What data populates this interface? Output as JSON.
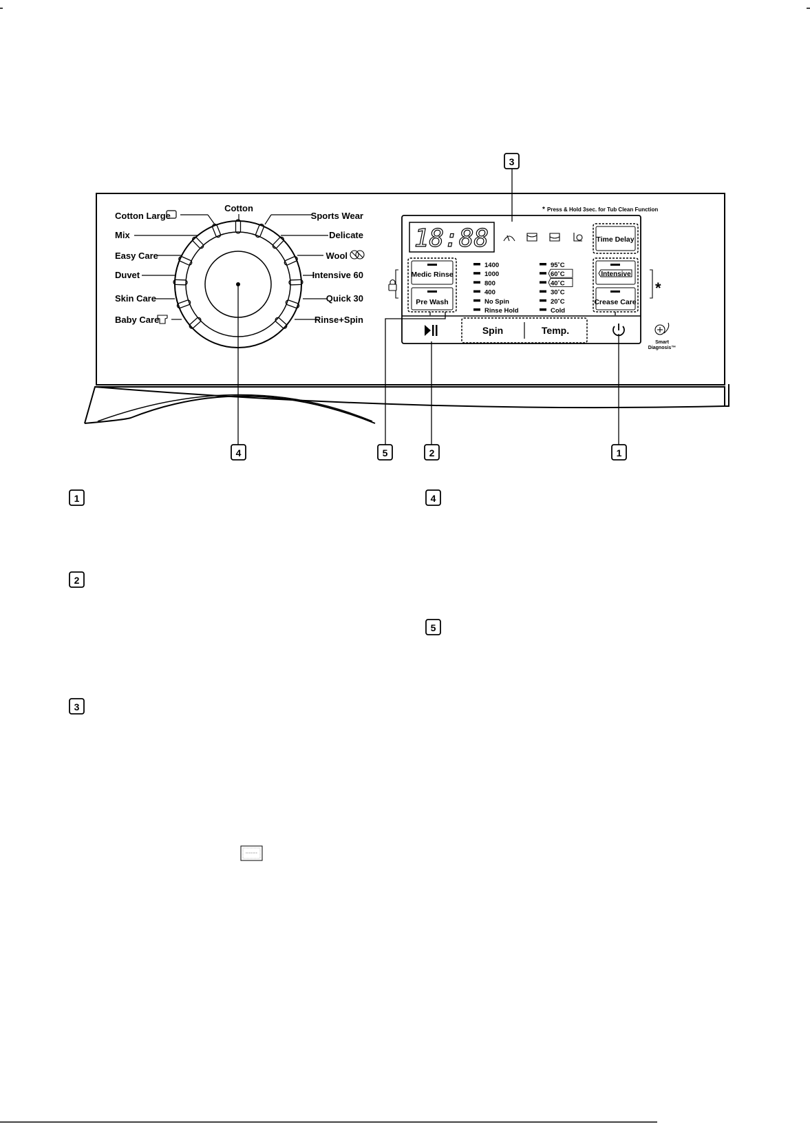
{
  "panel": {
    "note_star": "*",
    "note": "Press & Hold 3sec. for Tub Clean Function",
    "display_digits": "18:88",
    "star": "*"
  },
  "dial": {
    "cotton": "Cotton",
    "cotton_large": "Cotton Large",
    "mix": "Mix",
    "easy_care": "Easy Care",
    "duvet": "Duvet",
    "skin_care": "Skin Care",
    "baby_care": "Baby Care",
    "sports_wear": "Sports Wear",
    "delicate": "Delicate",
    "wool": "Wool",
    "intensive_60": "Intensive 60",
    "quick_30": "Quick 30",
    "rinse_spin": "Rinse+Spin"
  },
  "buttons": {
    "time_delay": "Time Delay",
    "medic_rinse": "Medic Rinse",
    "pre_wash": "Pre Wash",
    "intensive": "Intensive",
    "crease_care": "Crease Care",
    "spin": "Spin",
    "temp": "Temp.",
    "smart_diagnosis_1": "Smart",
    "smart_diagnosis_2": "Diagnosis™"
  },
  "spin_options": [
    "1400",
    "1000",
    "800",
    "400",
    "No Spin",
    "Rinse Hold"
  ],
  "temp_options": [
    "95˚C",
    "60˚C",
    "40˚C",
    "30˚C",
    "20˚C",
    "Cold"
  ],
  "callouts": {
    "c1": "1",
    "c2": "2",
    "c3": "3",
    "c4": "4",
    "c5": "5"
  },
  "sections": {
    "s1": "1",
    "s2": "2",
    "s3": "3",
    "s4": "4",
    "s5": "5"
  }
}
